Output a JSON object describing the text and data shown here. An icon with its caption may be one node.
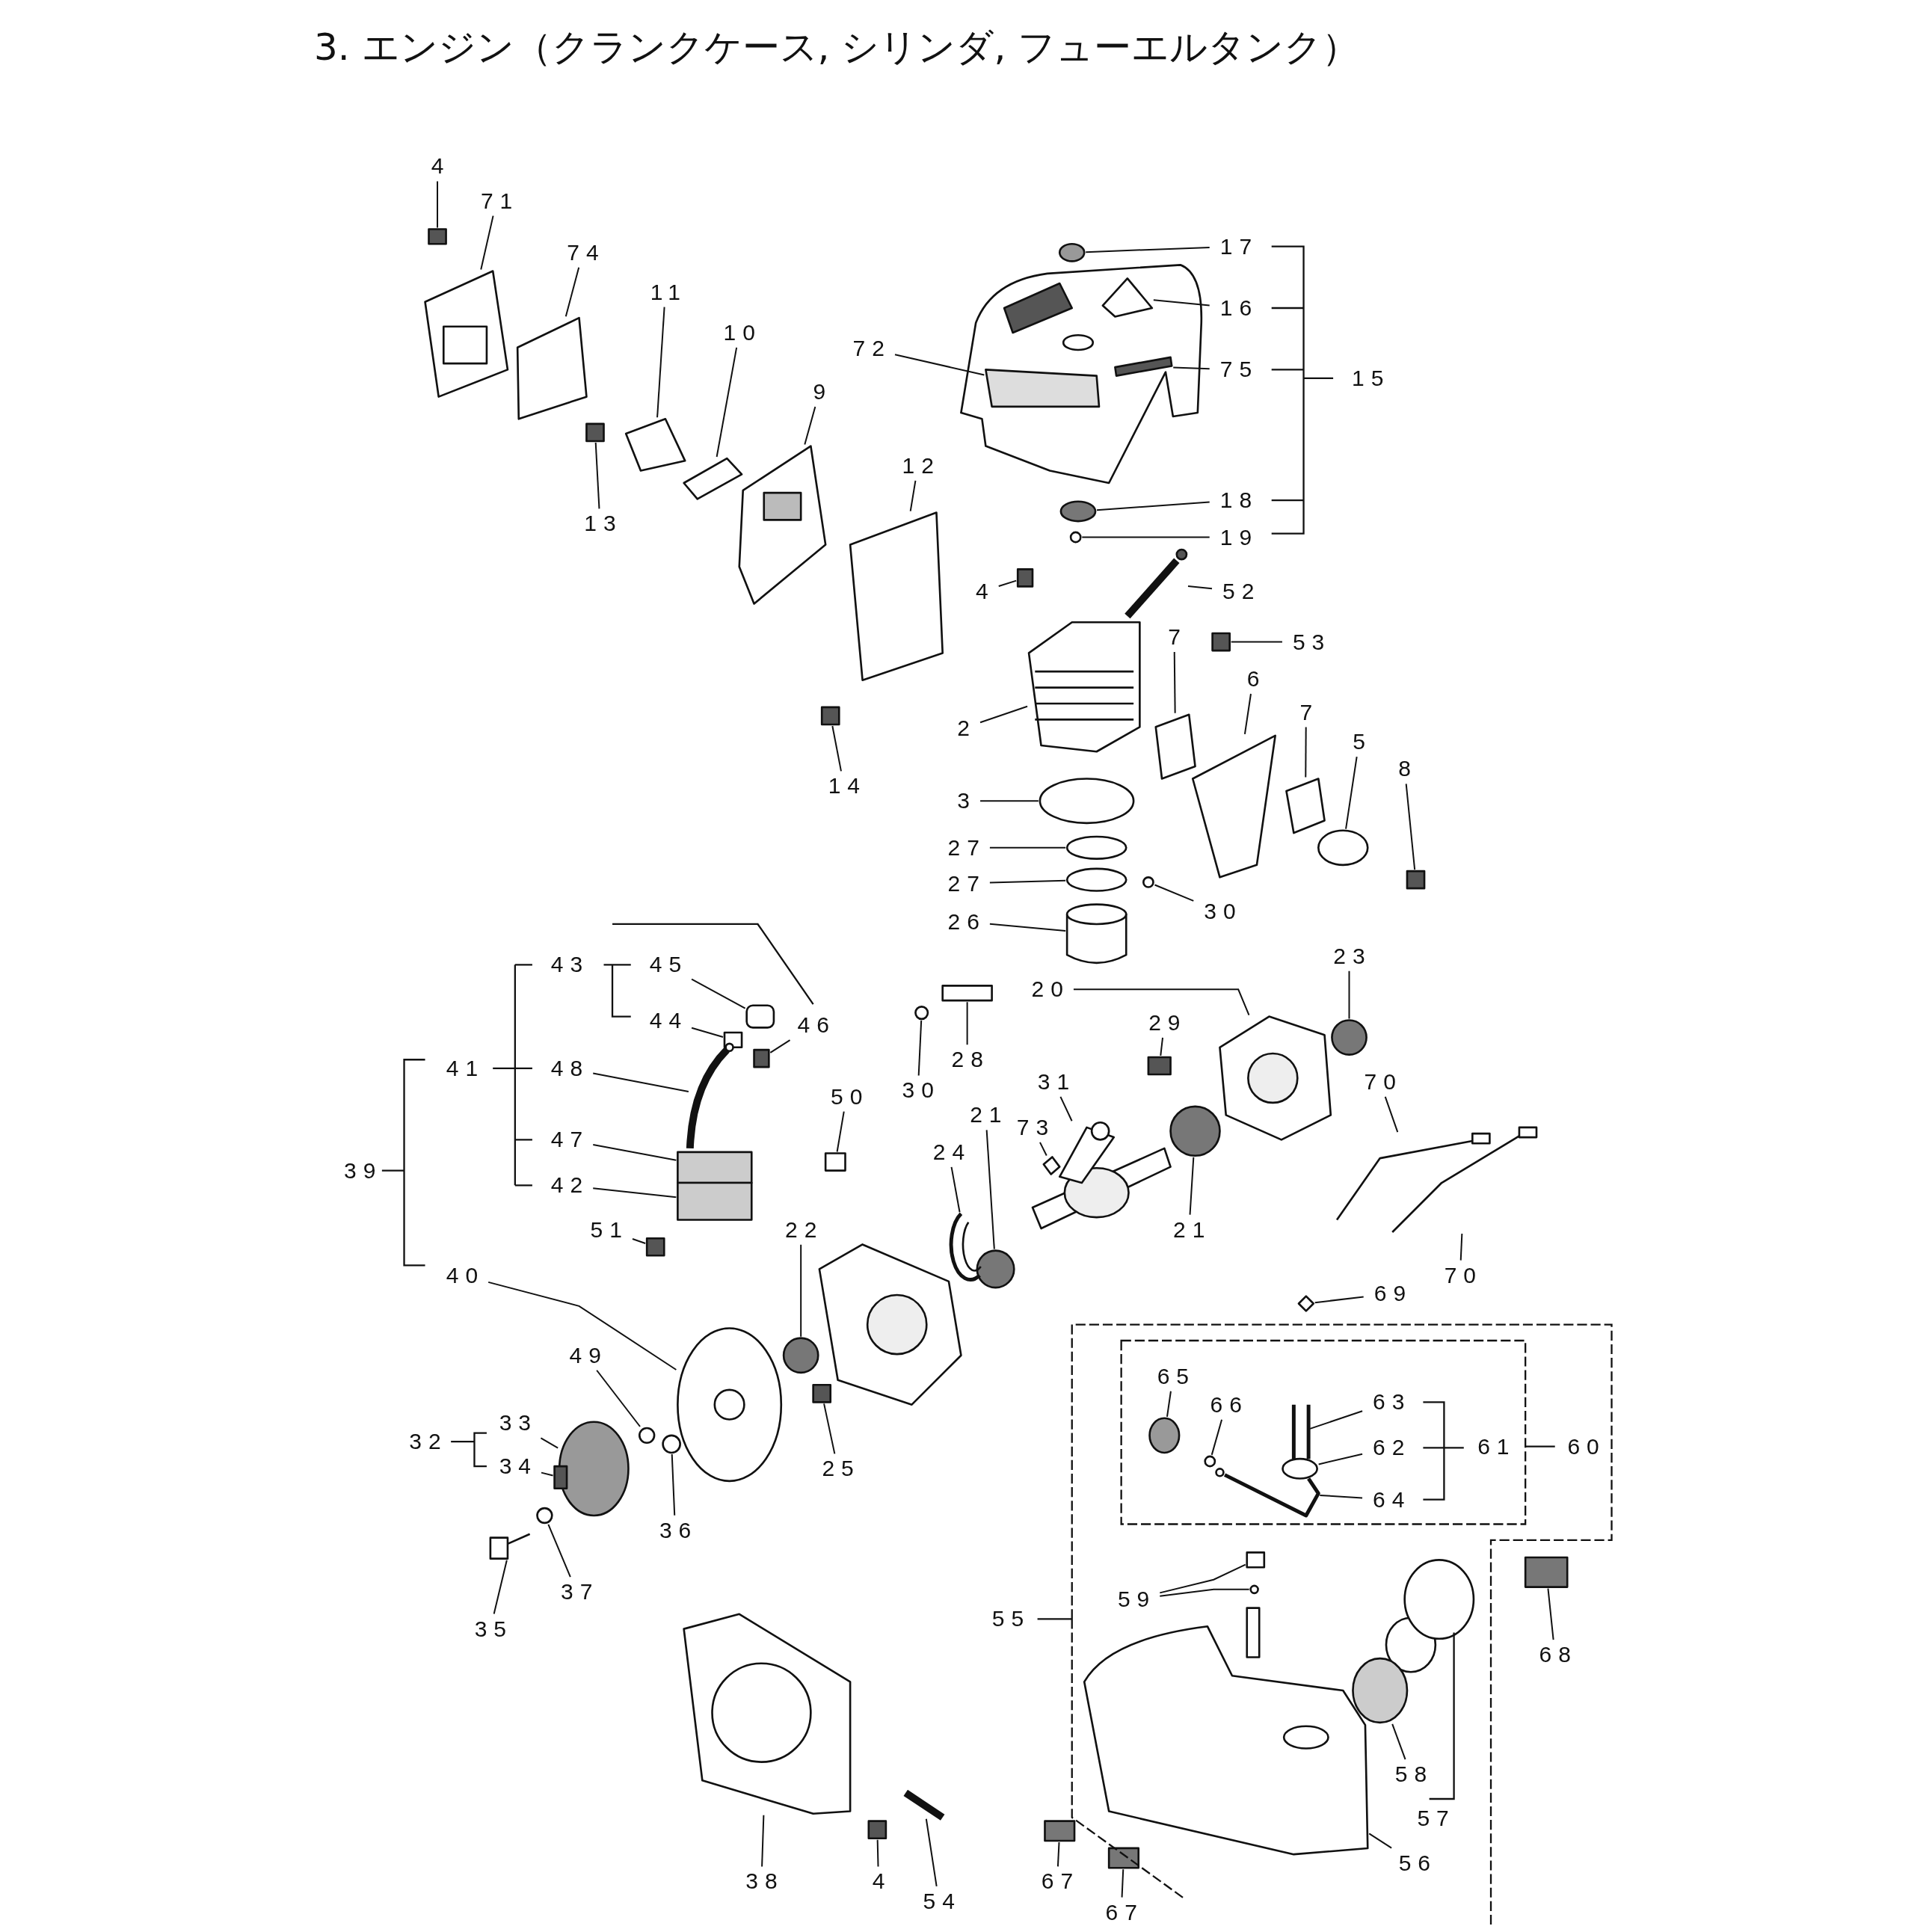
{
  "diagram": {
    "title": "3. エンジン（クランクケース, シリンダ, フューエルタンク）",
    "nodes": [
      {
        "text": [
          "4"
        ]
      },
      {
        "text": [
          "71"
        ]
      },
      {
        "text": [
          "74"
        ]
      },
      {
        "text": [
          "11"
        ]
      },
      {
        "text": [
          "10"
        ]
      },
      {
        "text": [
          "9"
        ]
      },
      {
        "text": [
          "17"
        ]
      },
      {
        "text": [
          "16"
        ]
      },
      {
        "text": [
          "72"
        ]
      },
      {
        "text": [
          "75"
        ]
      },
      {
        "text": [
          "13"
        ]
      },
      {
        "text": [
          "12"
        ]
      },
      {
        "text": [
          "18"
        ]
      },
      {
        "text": [
          "19"
        ]
      },
      {
        "text": [
          "4"
        ]
      },
      {
        "text": [
          "52"
        ]
      },
      {
        "text": [
          "7"
        ]
      },
      {
        "text": [
          "53"
        ]
      },
      {
        "text": [
          "6"
        ]
      },
      {
        "text": [
          "7"
        ]
      },
      {
        "text": [
          "2"
        ]
      },
      {
        "text": [
          "5"
        ]
      },
      {
        "text": [
          "8"
        ]
      },
      {
        "text": [
          "14"
        ]
      },
      {
        "text": [
          "3"
        ]
      },
      {
        "text": [
          "27"
        ]
      },
      {
        "text": [
          "27"
        ]
      },
      {
        "text": [
          "26"
        ]
      },
      {
        "text": [
          "30"
        ]
      },
      {
        "text": [
          "45"
        ]
      },
      {
        "text": [
          "23"
        ]
      },
      {
        "text": [
          "20"
        ]
      },
      {
        "text": [
          "44"
        ]
      },
      {
        "text": [
          "46"
        ]
      },
      {
        "text": [
          "29"
        ]
      },
      {
        "text": [
          "28"
        ]
      },
      {
        "text": [
          "48"
        ]
      },
      {
        "text": [
          "31"
        ]
      },
      {
        "text": [
          "30"
        ]
      },
      {
        "text": [
          "50"
        ]
      },
      {
        "text": [
          "70"
        ]
      },
      {
        "text": [
          "21"
        ]
      },
      {
        "text": [
          "73"
        ]
      },
      {
        "text": [
          "47"
        ]
      },
      {
        "text": [
          "24"
        ]
      },
      {
        "text": [
          "42"
        ]
      },
      {
        "text": [
          "51"
        ]
      },
      {
        "text": [
          "21"
        ]
      },
      {
        "text": [
          "22"
        ]
      },
      {
        "text": [
          "70"
        ]
      },
      {
        "text": [
          "40"
        ]
      },
      {
        "text": [
          "69"
        ]
      },
      {
        "text": [
          "49"
        ]
      },
      {
        "text": [
          "65"
        ]
      },
      {
        "text": [
          "63"
        ]
      },
      {
        "text": [
          "66"
        ]
      },
      {
        "text": [
          "33"
        ]
      },
      {
        "text": [
          "62"
        ]
      },
      {
        "text": [
          "34"
        ]
      },
      {
        "text": [
          "25"
        ]
      },
      {
        "text": [
          "64"
        ]
      },
      {
        "text": [
          "36"
        ]
      },
      {
        "text": [
          "37"
        ]
      },
      {
        "text": [
          "59"
        ]
      },
      {
        "text": [
          "35"
        ]
      },
      {
        "text": [
          "68"
        ]
      },
      {
        "text": [
          "58"
        ]
      },
      {
        "text": [
          "56"
        ]
      },
      {
        "text": [
          "38"
        ]
      },
      {
        "text": [
          "4"
        ]
      },
      {
        "text": [
          "54"
        ]
      },
      {
        "text": [
          "67"
        ]
      },
      {
        "text": [
          "67"
        ]
      },
      {
        "text": [],
        "shape": "box"
      },
      {
        "text": [],
        "shape": "picture"
      },
      {
        "text": [],
        "shape": "box"
      },
      {
        "text": [],
        "shape": "box"
      },
      {
        "text": [],
        "shape": "box"
      },
      {
        "text": [],
        "shape": "picture"
      },
      {
        "text": [],
        "shape": "circle"
      },
      {
        "text": [],
        "shape": "box"
      },
      {
        "text": [],
        "shape": "box"
      },
      {
        "text": [],
        "shape": "box"
      },
      {
        "text": [],
        "shape": "box"
      },
      {
        "text": [],
        "shape": "box"
      },
      {
        "text": [],
        "shape": "circle"
      },
      {
        "text": [],
        "shape": "circle"
      },
      {
        "text": [],
        "shape": "box"
      },
      {
        "text": [],
        "shape": "picture"
      },
      {
        "text": [],
        "shape": "box"
      },
      {
        "text": [],
        "shape": "box"
      },
      {
        "text": [],
        "shape": "box"
      },
      {
        "text": [],
        "shape": "box"
      },
      {
        "text": [],
        "shape": "picture"
      },
      {
        "text": [],
        "shape": "circle"
      },
      {
        "text": [],
        "shape": "box"
      },
      {
        "text": [],
        "shape": "box"
      },
      {
        "text": [],
        "shape": "circle"
      },
      {
        "text": [],
        "shape": "circle"
      },
      {
        "text": [],
        "shape": "circle"
      },
      {
        "text": [],
        "shape": "picture"
      },
      {
        "text": [],
        "shape": "circle"
      },
      {
        "text": [],
        "shape": "box"
      },
      {
        "text": [],
        "shape": "circle"
      },
      {
        "text": [],
        "shape": "picture"
      },
      {
        "text": [],
        "shape": "box"
      },
      {
        "text": [],
        "shape": "box"
      },
      {
        "text": [],
        "shape": "box"
      },
      {
        "text": [],
        "shape": "box"
      },
      {
        "text": [],
        "shape": "picture"
      },
      {
        "text": [],
        "shape": "picture"
      },
      {
        "text": [],
        "shape": "circle"
      },
      {
        "text": [],
        "shape": "box"
      },
      {
        "text": [],
        "shape": "picture"
      },
      {
        "text": [],
        "shape": "circle"
      },
      {
        "text": [],
        "shape": "diamond"
      },
      {
        "text": [],
        "shape": "box"
      },
      {
        "text": [],
        "shape": "picture"
      },
      {
        "text": [],
        "shape": "box"
      },
      {
        "text": [],
        "shape": "box"
      },
      {
        "text": [],
        "shape": "circle"
      },
      {
        "text": [],
        "shape": "circle"
      },
      {
        "text": [],
        "shape": "picture"
      },
      {
        "text": [],
        "shape": "picture"
      },
      {
        "text": [],
        "shape": "diamond"
      },
      {
        "text": [],
        "shape": "circle"
      },
      {
        "text": [],
        "shape": "circle"
      },
      {
        "text": [],
        "shape": "picture"
      },
      {
        "text": [],
        "shape": "circle"
      },
      {
        "text": [],
        "shape": "circle"
      },
      {
        "text": [],
        "shape": "circle"
      },
      {
        "text": [],
        "shape": "box"
      },
      {
        "text": [],
        "shape": "box"
      },
      {
        "text": [],
        "shape": "picture"
      },
      {
        "text": [],
        "shape": "circle"
      },
      {
        "text": [],
        "shape": "circle"
      },
      {
        "text": [],
        "shape": "box"
      },
      {
        "text": [],
        "shape": "picture"
      },
      {
        "text": [],
        "shape": "box"
      },
      {
        "text": [],
        "shape": "circle"
      },
      {
        "text": [],
        "shape": "picture"
      },
      {
        "text": [],
        "shape": "picture"
      },
      {
        "text": [],
        "shape": "box"
      },
      {
        "text": [],
        "shape": "bar"
      },
      {
        "text": [],
        "shape": "box"
      },
      {
        "text": [],
        "shape": "box"
      },
      {
        "text": [],
        "shape": "circle"
      }
    ],
    "edges": [
      {
        "from": 0,
        "to": 73,
        "arrow": "none"
      },
      {
        "from": 1,
        "to": 74,
        "arrow": "none"
      },
      {
        "from": 2,
        "to": 75,
        "arrow": "none"
      },
      {
        "from": 3,
        "to": 76,
        "arrow": "none"
      },
      {
        "from": 4,
        "to": 77,
        "arrow": "none"
      },
      {
        "from": 5,
        "to": 78,
        "arrow": "none"
      },
      {
        "from": 6,
        "to": 79,
        "arrow": "none"
      },
      {
        "from": 7,
        "to": 80,
        "arrow": "none"
      },
      {
        "from": 8,
        "to": 81,
        "arrow": "none"
      },
      {
        "from": 9,
        "to": 82,
        "arrow": "none"
      },
      {
        "from": 10,
        "to": 83,
        "arrow": "none"
      },
      {
        "from": 11,
        "to": 84,
        "arrow": "none"
      },
      {
        "from": 12,
        "to": 85,
        "arrow": "none"
      },
      {
        "from": 13,
        "to": 86,
        "arrow": "none"
      },
      {
        "from": 14,
        "to": 87,
        "arrow": "none"
      },
      {
        "from": 15,
        "to": 88,
        "arrow": "none"
      },
      {
        "from": 16,
        "to": 89,
        "arrow": "none"
      },
      {
        "from": 17,
        "to": 90,
        "arrow": "none"
      },
      {
        "from": 18,
        "to": 91,
        "arrow": "none"
      },
      {
        "from": 19,
        "to": 92,
        "arrow": "none"
      },
      {
        "from": 20,
        "to": 93,
        "arrow": "none"
      },
      {
        "from": 21,
        "to": 94,
        "arrow": "none"
      },
      {
        "from": 22,
        "to": 95,
        "arrow": "none"
      },
      {
        "from": 23,
        "to": 96,
        "arrow": "none"
      },
      {
        "from": 24,
        "to": 97,
        "arrow": "none"
      },
      {
        "from": 25,
        "to": 98,
        "arrow": "none"
      },
      {
        "from": 26,
        "to": 99,
        "arrow": "none"
      },
      {
        "from": 27,
        "to": 100,
        "arrow": "none"
      },
      {
        "from": 28,
        "to": 101,
        "arrow": "none"
      },
      {
        "from": 29,
        "to": 102,
        "arrow": "none"
      },
      {
        "from": 30,
        "to": 103,
        "arrow": "none"
      },
      {
        "from": 31,
        "to": 104,
        "arrow": "none"
      },
      {
        "from": 32,
        "to": 105,
        "arrow": "none"
      },
      {
        "from": 33,
        "to": 106,
        "arrow": "none"
      },
      {
        "from": 34,
        "to": 107,
        "arrow": "none"
      },
      {
        "from": 35,
        "to": 108,
        "arrow": "none"
      },
      {
        "from": 36,
        "to": 109,
        "arrow": "none"
      },
      {
        "from": 37,
        "to": 110,
        "arrow": "none"
      },
      {
        "from": 38,
        "to": 111,
        "arrow": "none"
      },
      {
        "from": 39,
        "to": 112,
        "arrow": "none"
      },
      {
        "from": 40,
        "to": 113,
        "arrow": "none"
      },
      {
        "from": 41,
        "to": 114,
        "arrow": "none"
      },
      {
        "from": 42,
        "to": 115,
        "arrow": "none"
      },
      {
        "from": 43,
        "to": 116,
        "arrow": "none"
      },
      {
        "from": 44,
        "to": 117,
        "arrow": "none"
      },
      {
        "from": 45,
        "to": 118,
        "arrow": "none"
      },
      {
        "from": 46,
        "to": 119,
        "arrow": "none"
      },
      {
        "from": 47,
        "to": 120,
        "arrow": "none"
      },
      {
        "from": 48,
        "to": 121,
        "arrow": "none"
      },
      {
        "from": 49,
        "to": 122,
        "arrow": "none"
      },
      {
        "from": 50,
        "to": 123,
        "arrow": "none"
      },
      {
        "from": 51,
        "to": 124,
        "arrow": "none"
      },
      {
        "from": 52,
        "to": 125,
        "arrow": "none"
      },
      {
        "from": 53,
        "to": 126,
        "arrow": "none"
      },
      {
        "from": 54,
        "to": 127,
        "arrow": "none"
      },
      {
        "from": 55,
        "to": 128,
        "arrow": "none"
      },
      {
        "from": 56,
        "to": 129,
        "arrow": "none"
      },
      {
        "from": 57,
        "to": 130,
        "arrow": "none"
      },
      {
        "from": 58,
        "to": 131,
        "arrow": "none"
      },
      {
        "from": 59,
        "to": 132,
        "arrow": "none"
      },
      {
        "from": 60,
        "to": 133,
        "arrow": "none"
      },
      {
        "from": 61,
        "to": 134,
        "arrow": "none"
      },
      {
        "from": 62,
        "to": 135,
        "arrow": "none"
      },
      {
        "from": 63,
        "to": 136,
        "arrow": "none"
      },
      {
        "from": 64,
        "to": 137,
        "arrow": "none"
      },
      {
        "from": 65,
        "to": 138,
        "arrow": "none"
      },
      {
        "from": 66,
        "to": 139,
        "arrow": "none"
      },
      {
        "from": 67,
        "to": 140,
        "arrow": "none"
      },
      {
        "from": 68,
        "to": 141,
        "arrow": "none"
      },
      {
        "from": 69,
        "to": 142,
        "arrow": "none"
      },
      {
        "from": 70,
        "to": 143,
        "arrow": "none"
      },
      {
        "from": 71,
        "to": 144,
        "arrow": "none"
      },
      {
        "from": 72,
        "to": 145,
        "arrow": "none"
      },
      {
        "from": 63,
        "to": 146,
        "arrow": "none"
      }
    ],
    "labels": [
      "15",
      "43",
      "41",
      "39",
      "32",
      "61",
      "60",
      "55",
      "57"
    ]
  }
}
